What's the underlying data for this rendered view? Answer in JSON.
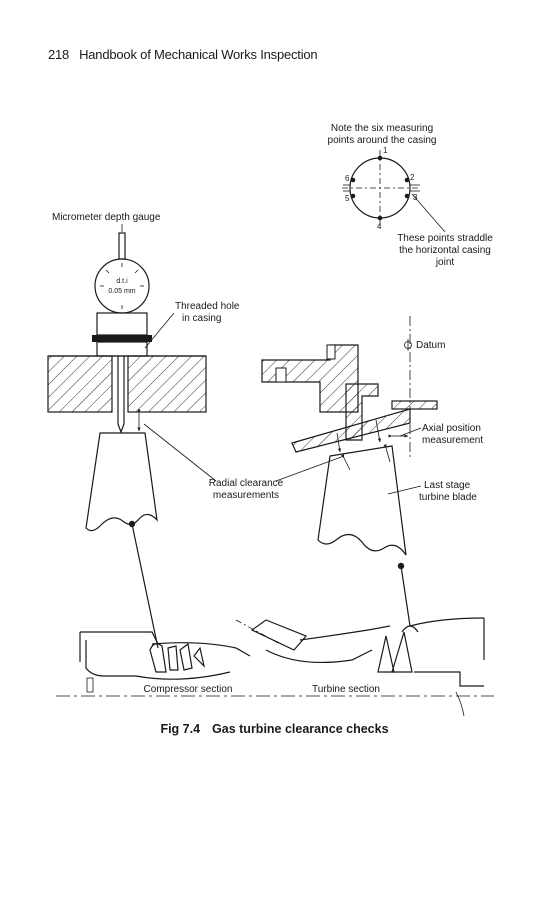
{
  "header": {
    "page_number": "218",
    "book_title": "Handbook of Mechanical Works Inspection"
  },
  "caption": {
    "figure_number": "Fig 7.4",
    "title": "Gas turbine clearance checks"
  },
  "labels": {
    "note_line1": "Note the six measuring",
    "note_line2": "points around the casing",
    "straddle_line1": "These points straddle",
    "straddle_line2": "the horizontal casing",
    "straddle_line3": "joint",
    "micrometer": "Micrometer depth gauge",
    "dial_line1": "d.t.i",
    "dial_line2": "0.05 mm",
    "threaded_line1": "Threaded hole",
    "threaded_line2": "in casing",
    "datum": "Datum",
    "axial_line1": "Axial position",
    "axial_line2": "measurement",
    "radial_line1": "Radial clearance",
    "radial_line2": "measurements",
    "last_stage_line1": "Last stage",
    "last_stage_line2": "turbine blade",
    "compressor_section": "Compressor section",
    "turbine_section": "Turbine section"
  },
  "measuring_points": [
    "1",
    "2",
    "3",
    "4",
    "5",
    "6"
  ]
}
